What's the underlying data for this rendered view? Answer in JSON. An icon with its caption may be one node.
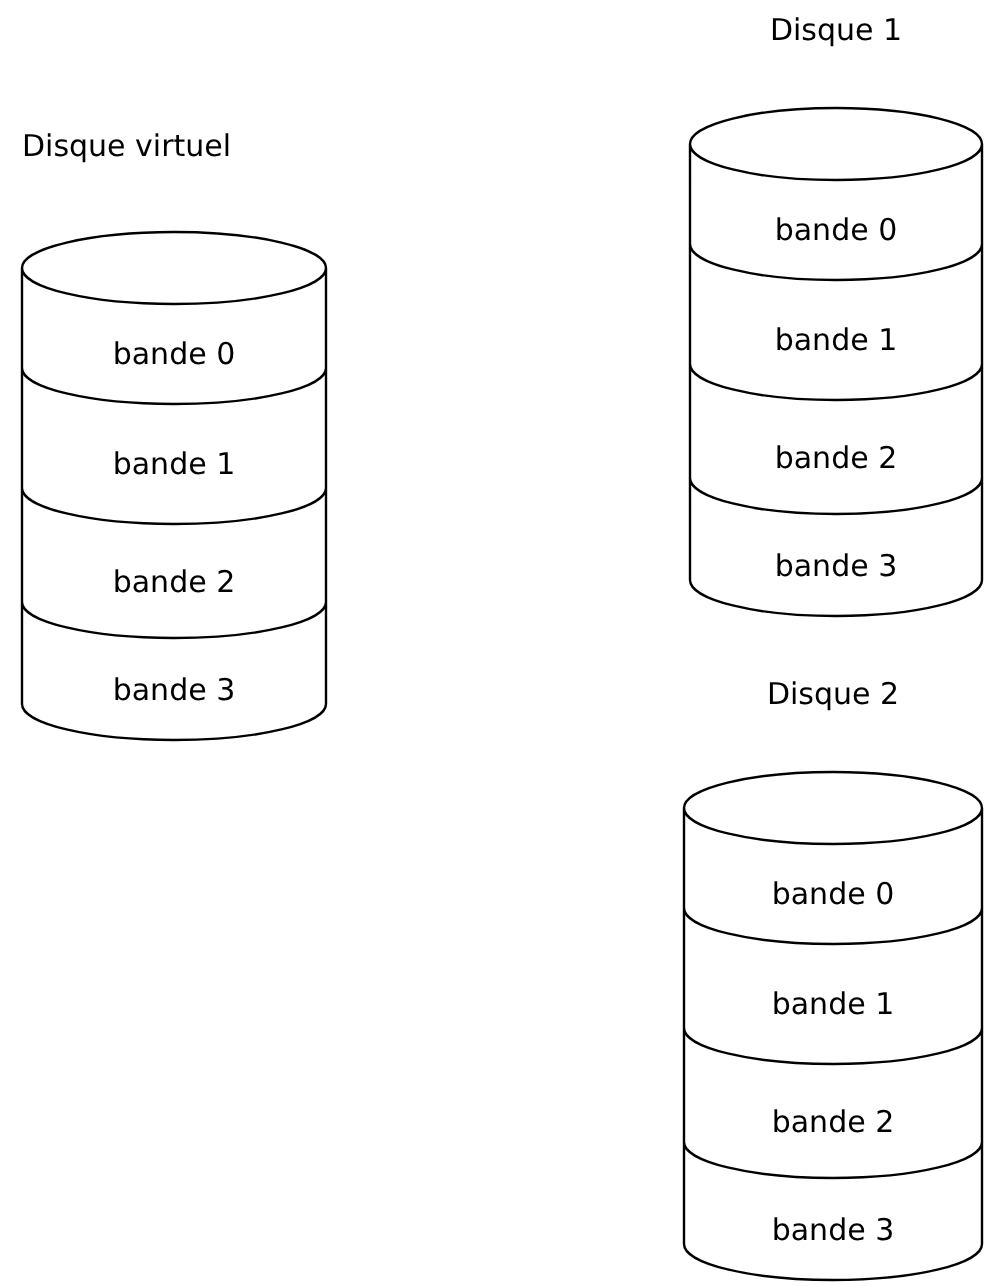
{
  "diagram": {
    "nodes": [
      {
        "text": [
          "Disque virtuel"
        ]
      },
      {
        "text": [
          "bande 0"
        ],
        "in": 0
      },
      {
        "text": [
          "bande 1"
        ],
        "in": 0
      },
      {
        "text": [
          "bande 2"
        ],
        "in": 0
      },
      {
        "text": [
          "bande 3"
        ],
        "in": 0
      },
      {
        "text": [
          "Disque 1"
        ]
      },
      {
        "text": [
          "bande 0"
        ],
        "in": 5
      },
      {
        "text": [
          "bande 1"
        ],
        "in": 5
      },
      {
        "text": [
          "bande 2"
        ],
        "in": 5
      },
      {
        "text": [
          "bande 3"
        ],
        "in": 5
      },
      {
        "text": [
          "Disque 2"
        ]
      },
      {
        "text": [
          "bande 0"
        ],
        "in": 10
      },
      {
        "text": [
          "bande 1"
        ],
        "in": 10
      },
      {
        "text": [
          "bande 2"
        ],
        "in": 10
      },
      {
        "text": [
          "bande 3"
        ],
        "in": 10
      }
    ]
  }
}
